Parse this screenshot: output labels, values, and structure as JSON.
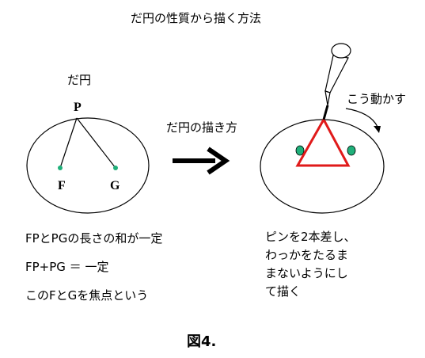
{
  "title": "だ円の性質から描く方法",
  "left_label": "だ円",
  "point_p": "P",
  "point_f": "F",
  "point_g": "G",
  "arrow_label": "だ円の描き方",
  "rotate_label": "こう動かす",
  "note_lines": [
    "FPとPGの長さの和が一定",
    "FP+PG ＝ 一定",
    "このFとGを焦点という"
  ],
  "pin_lines": [
    "ピンを2本差し、",
    "わっかをたるま",
    "まないようにし",
    "て描く"
  ],
  "figure_caption": "図4.",
  "colors": {
    "focus": "#1fb07a",
    "triangle": "#e01a1a",
    "line": "#000000"
  }
}
